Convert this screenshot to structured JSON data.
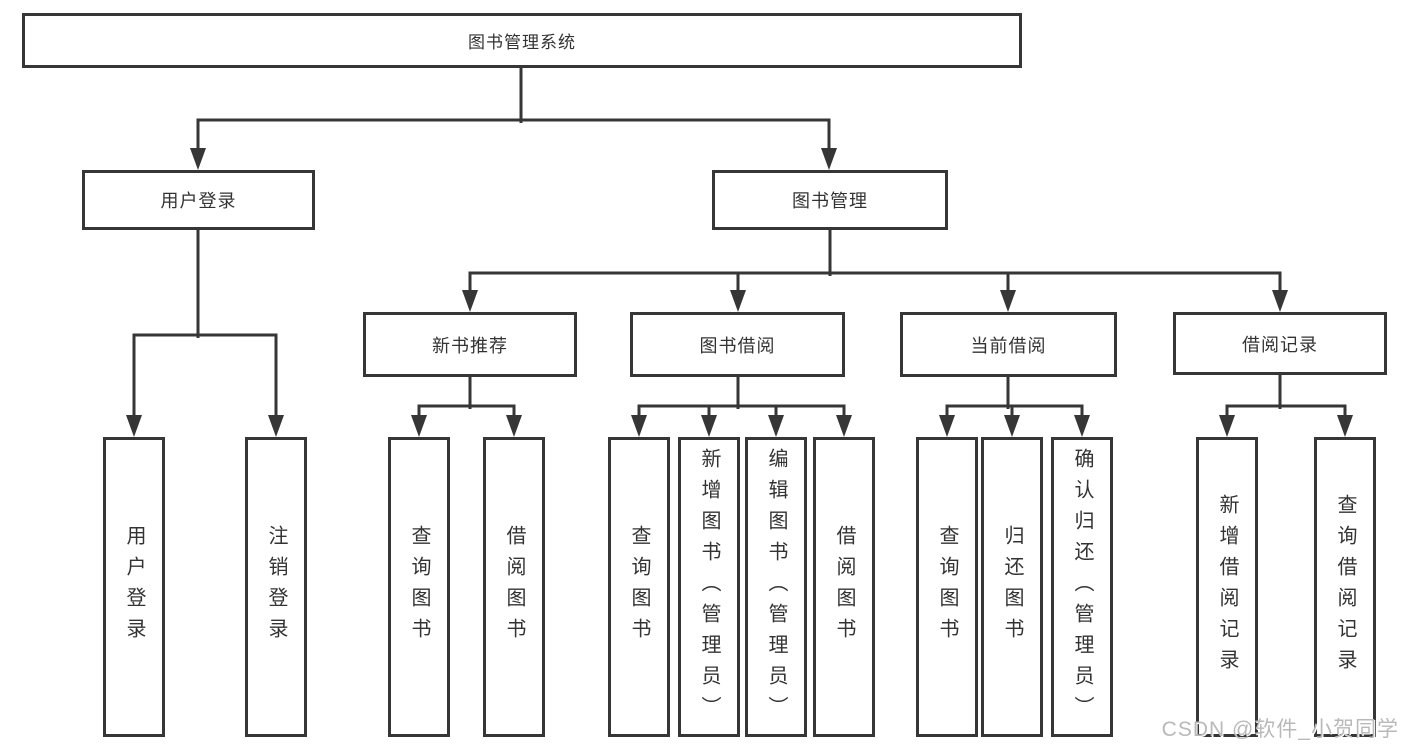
{
  "diagram": {
    "root": {
      "label": "图书管理系统"
    },
    "level2": [
      {
        "label": "用户登录"
      },
      {
        "label": "图书管理"
      }
    ],
    "level3": [
      {
        "label": "新书推荐"
      },
      {
        "label": "图书借阅"
      },
      {
        "label": "当前借阅"
      },
      {
        "label": "借阅记录"
      }
    ],
    "leaves": {
      "user_login": [
        "用户登录",
        "注销登录"
      ],
      "new_book_recommend": [
        "查询图书",
        "借阅图书"
      ],
      "book_borrow": [
        "查询图书",
        "新增图书（管理员）",
        "编辑图书（管理员）",
        "借阅图书"
      ],
      "current_borrow": [
        "查询图书",
        "归还图书",
        "确认归还（管理员）"
      ],
      "borrow_record": [
        "新增借阅记录",
        "查询借阅记录"
      ]
    }
  },
  "watermark": {
    "text": "CSDN @软件_小贺同学"
  },
  "colors": {
    "line": "#363636",
    "border": "#363636",
    "text": "#333333",
    "background": "#ffffff",
    "watermark": "#b9b9b9"
  }
}
